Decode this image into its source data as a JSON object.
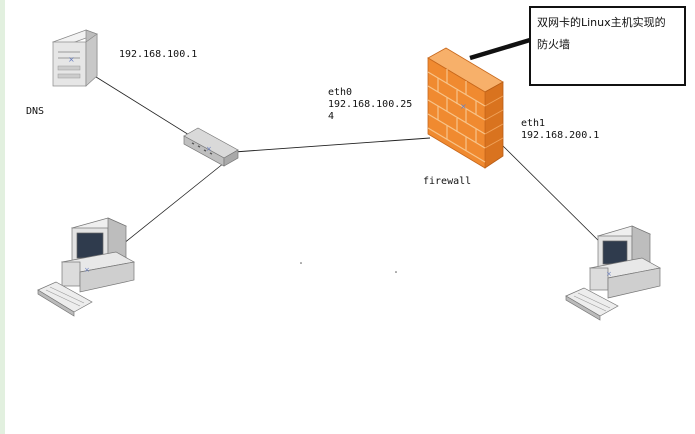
{
  "nodes": {
    "dns_server": {
      "label": "DNS",
      "ip": "192.168.100.1",
      "icon": "server-icon"
    },
    "hub": {
      "icon": "network-switch-icon"
    },
    "client_left": {
      "icon": "desktop-computer-icon"
    },
    "firewall": {
      "label": "firewall",
      "icon": "brick-firewall-icon",
      "eth0": {
        "name": "eth0",
        "ip_line1": "192.168.100.25",
        "ip_line2": "4"
      },
      "eth1": {
        "name": "eth1",
        "ip": "192.168.200.1"
      }
    },
    "client_right": {
      "icon": "desktop-computer-icon"
    }
  },
  "callout": {
    "line1": "双网卡的Linux主机实现的",
    "line2": "防火墙"
  },
  "colors": {
    "firewall_brick": "#f08a30",
    "firewall_mortar": "#f7c48a",
    "link": "#222222",
    "strip": "#e2f0df"
  }
}
